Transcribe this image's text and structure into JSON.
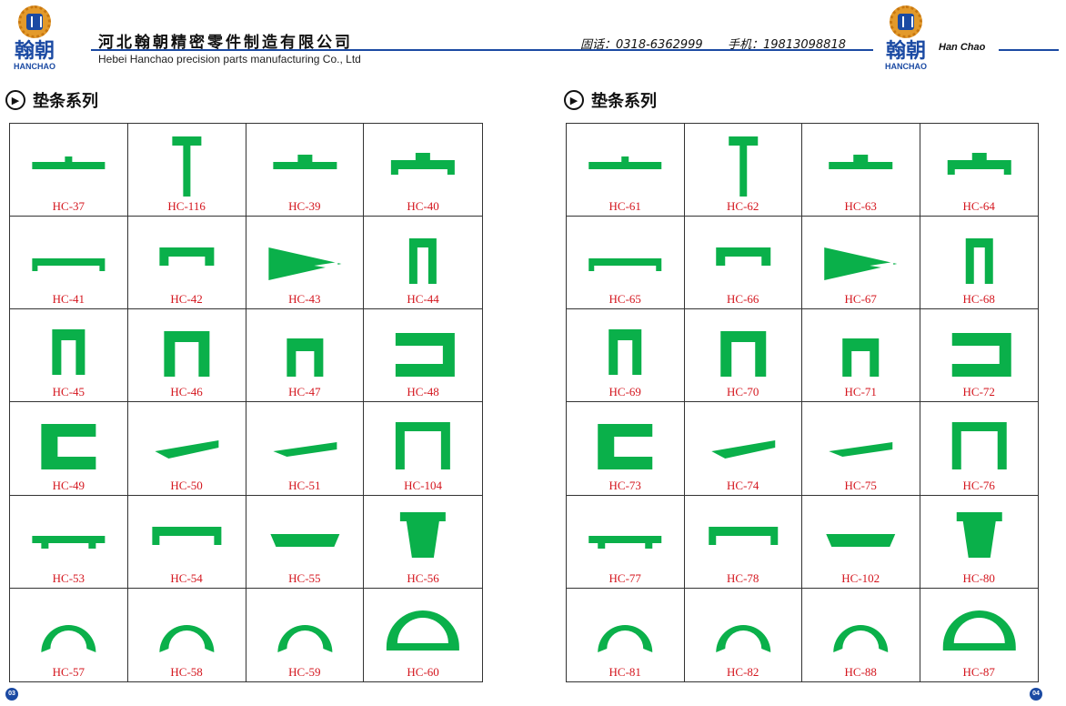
{
  "header": {
    "logo_text": "翰朝",
    "logo_sub": "HANCHAO",
    "company_cn": "河北翰朝精密零件制造有限公司",
    "company_en": "Hebei Hanchao precision parts manufacturing Co., Ltd",
    "tel": "固话：0318-6362999",
    "mobile": "手机：19813098818",
    "brand_en": "Han Chao"
  },
  "sections": {
    "left_title": "垫条系列",
    "right_title": "垫条系列"
  },
  "left_page": {
    "page_number": "03",
    "products": [
      "HC-37",
      "HC-116",
      "HC-39",
      "HC-40",
      "HC-41",
      "HC-42",
      "HC-43",
      "HC-44",
      "HC-45",
      "HC-46",
      "HC-47",
      "HC-48",
      "HC-49",
      "HC-50",
      "HC-51",
      "HC-104",
      "HC-53",
      "HC-54",
      "HC-55",
      "HC-56",
      "HC-57",
      "HC-58",
      "HC-59",
      "HC-60"
    ]
  },
  "right_page": {
    "page_number": "04",
    "products": [
      "HC-61",
      "HC-62",
      "HC-63",
      "HC-64",
      "HC-65",
      "HC-66",
      "HC-67",
      "HC-68",
      "HC-69",
      "HC-70",
      "HC-71",
      "HC-72",
      "HC-73",
      "HC-74",
      "HC-75",
      "HC-76",
      "HC-77",
      "HC-78",
      "HC-102",
      "HC-80",
      "HC-81",
      "HC-82",
      "HC-88",
      "HC-87"
    ]
  },
  "colors": {
    "profile_green": "#0ab04a",
    "code_red": "#d4161e",
    "brand_blue": "#1b4aa3",
    "gear_orange": "#e39a2b"
  }
}
